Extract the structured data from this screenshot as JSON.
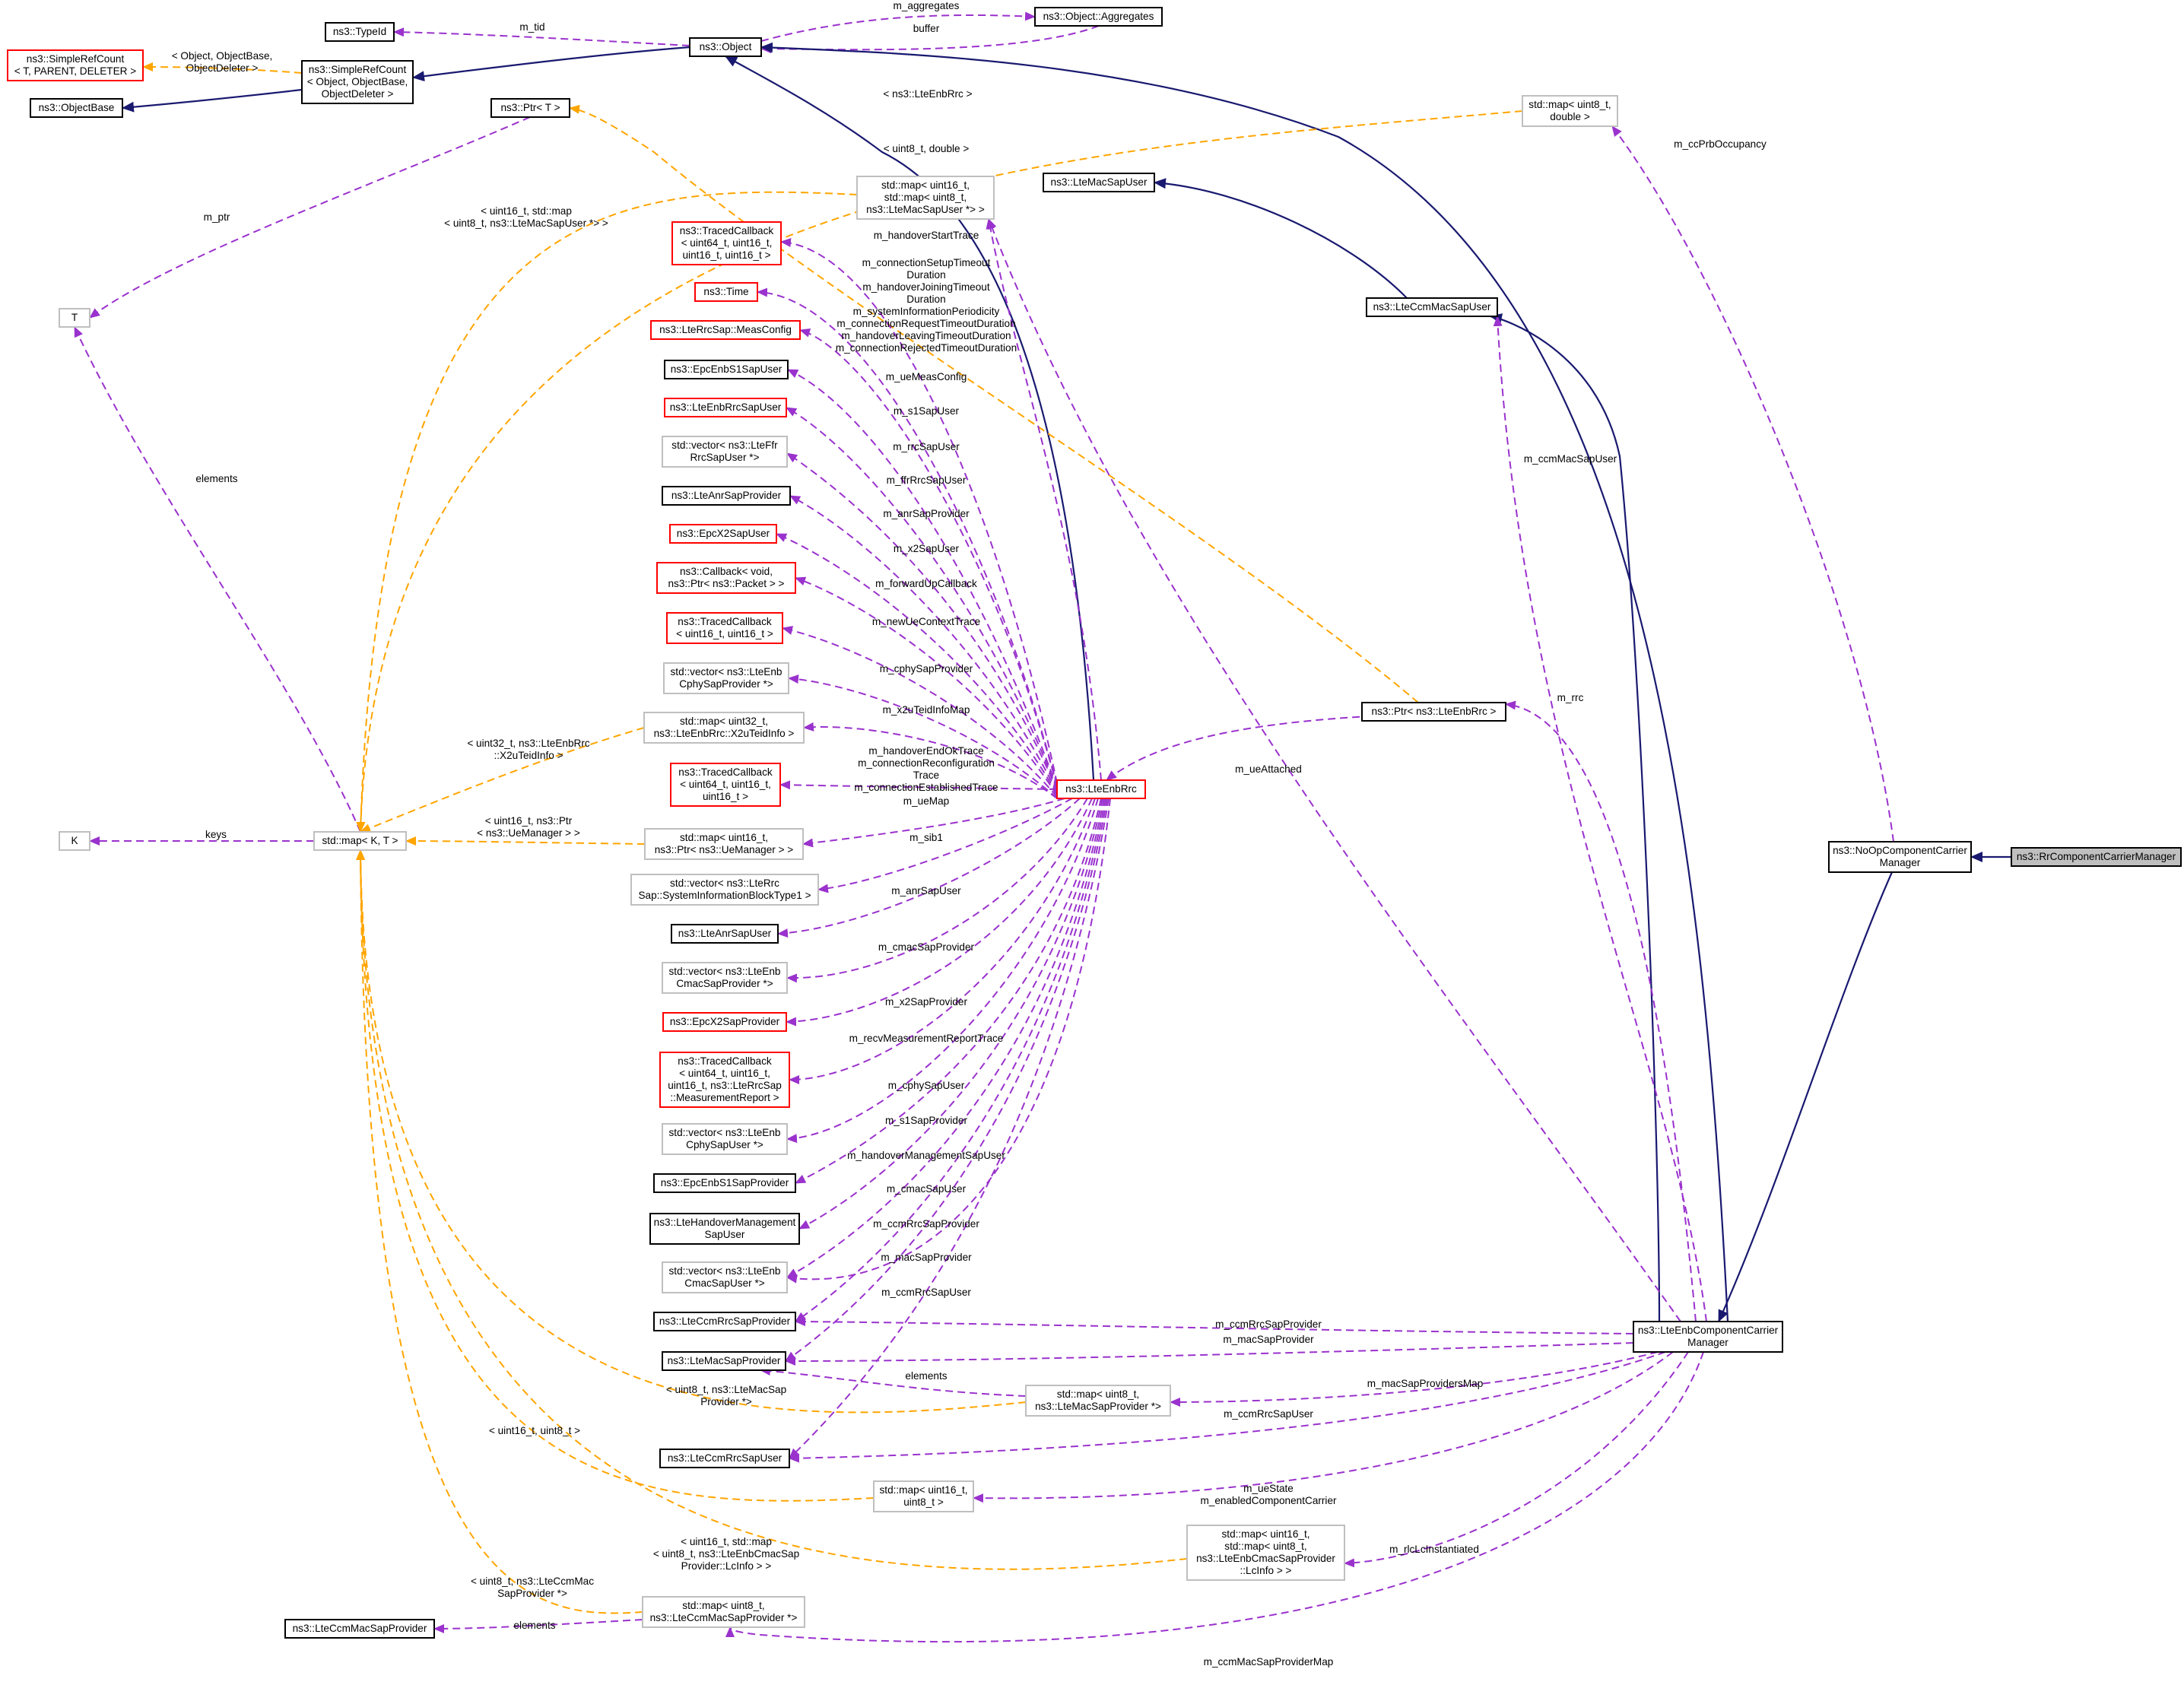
{
  "diagram": {
    "colors": {
      "pointer_edge": "#9a32cd",
      "template_edge": "#ffa500",
      "inheritance_edge": "#191970",
      "class_border": "#000000",
      "undocumented_border": "#ff0000",
      "external_border": "#bfbfbf",
      "focus_fill": "#bfbfbf"
    },
    "nodes": [
      {
        "id": "typeid",
        "kind": "black",
        "lines": [
          "ns3::TypeId"
        ]
      },
      {
        "id": "object",
        "kind": "black",
        "lines": [
          "ns3::Object"
        ]
      },
      {
        "id": "aggregates",
        "kind": "black",
        "lines": [
          "ns3::Object::Aggregates"
        ]
      },
      {
        "id": "simplerefcount_t",
        "kind": "red",
        "lines": [
          "ns3::SimpleRefCount",
          "< T, PARENT, DELETER >"
        ]
      },
      {
        "id": "simplerefcount_obj",
        "kind": "black",
        "lines": [
          "ns3::SimpleRefCount",
          "< Object, ObjectBase,",
          "ObjectDeleter >"
        ]
      },
      {
        "id": "objectbase",
        "kind": "black",
        "lines": [
          "ns3::ObjectBase"
        ]
      },
      {
        "id": "ptr_t",
        "kind": "black",
        "lines": [
          "ns3::Ptr< T >"
        ]
      },
      {
        "id": "map_ccprb",
        "kind": "grey",
        "lines": [
          "std::map< uint8_t,",
          "double >"
        ]
      },
      {
        "id": "map_macsapuser",
        "kind": "grey",
        "lines": [
          "std::map< uint16_t,",
          "std::map< uint8_t,",
          "ns3::LteMacSapUser *> >"
        ]
      },
      {
        "id": "ltemacsapuser",
        "kind": "black",
        "lines": [
          "ns3::LteMacSapUser"
        ]
      },
      {
        "id": "tcb_handoverstart",
        "kind": "red",
        "lines": [
          "ns3::TracedCallback",
          "< uint64_t, uint16_t,",
          "uint16_t, uint16_t >"
        ]
      },
      {
        "id": "time",
        "kind": "red",
        "lines": [
          "ns3::Time"
        ]
      },
      {
        "id": "measconfig",
        "kind": "red",
        "lines": [
          "ns3::LteRrcSap::MeasConfig"
        ]
      },
      {
        "id": "t",
        "kind": "grey",
        "lines": [
          "T"
        ]
      },
      {
        "id": "lteccmmacsapuser",
        "kind": "black",
        "lines": [
          "ns3::LteCcmMacSapUser"
        ]
      },
      {
        "id": "epcenbs1sapuser",
        "kind": "black",
        "lines": [
          "ns3::EpcEnbS1SapUser"
        ]
      },
      {
        "id": "lteenbrrcsapuser",
        "kind": "red",
        "lines": [
          "ns3::LteEnbRrcSapUser"
        ]
      },
      {
        "id": "vec_ffrrrc",
        "kind": "grey",
        "lines": [
          "std::vector< ns3::LteFfr",
          "RrcSapUser *>"
        ]
      },
      {
        "id": "lteanrsapprovider",
        "kind": "black",
        "lines": [
          "ns3::LteAnrSapProvider"
        ]
      },
      {
        "id": "epcx2sapuser",
        "kind": "red",
        "lines": [
          "ns3::EpcX2SapUser"
        ]
      },
      {
        "id": "callback_fwd",
        "kind": "red",
        "lines": [
          "ns3::Callback< void,",
          "ns3::Ptr< ns3::Packet > >"
        ]
      },
      {
        "id": "tcb_newue",
        "kind": "red",
        "lines": [
          "ns3::TracedCallback",
          "< uint16_t, uint16_t >"
        ]
      },
      {
        "id": "vec_cphyprov",
        "kind": "grey",
        "lines": [
          "std::vector< ns3::LteEnb",
          "CphySapProvider *>"
        ]
      },
      {
        "id": "map_x2u",
        "kind": "grey",
        "lines": [
          "std::map< uint32_t,",
          "ns3::LteEnbRrc::X2uTeidInfo >"
        ]
      },
      {
        "id": "ptr_lteenbrrc",
        "kind": "black",
        "lines": [
          "ns3::Ptr< ns3::LteEnbRrc >"
        ]
      },
      {
        "id": "lteenbrrc",
        "kind": "red",
        "lines": [
          "ns3::LteEnbRrc"
        ]
      },
      {
        "id": "tcb_handoverend",
        "kind": "red",
        "lines": [
          "ns3::TracedCallback",
          "< uint64_t, uint16_t,",
          "uint16_t >"
        ]
      },
      {
        "id": "k",
        "kind": "grey",
        "lines": [
          "K"
        ]
      },
      {
        "id": "stdmap_kt",
        "kind": "grey",
        "lines": [
          "std::map< K, T >"
        ]
      },
      {
        "id": "map_uemanager",
        "kind": "grey",
        "lines": [
          "std::map< uint16_t,",
          "ns3::Ptr< ns3::UeManager > >"
        ]
      },
      {
        "id": "noop_ccm",
        "kind": "black",
        "lines": [
          "ns3::NoOpComponentCarrier",
          "Manager"
        ]
      },
      {
        "id": "rr_ccm",
        "kind": "focus",
        "lines": [
          "ns3::RrComponentCarrierManager"
        ]
      },
      {
        "id": "vec_sib1",
        "kind": "grey",
        "lines": [
          "std::vector< ns3::LteRrc",
          "Sap::SystemInformationBlockType1 >"
        ]
      },
      {
        "id": "lteanrsapuser",
        "kind": "black",
        "lines": [
          "ns3::LteAnrSapUser"
        ]
      },
      {
        "id": "vec_cmacprov",
        "kind": "grey",
        "lines": [
          "std::vector< ns3::LteEnb",
          "CmacSapProvider *>"
        ]
      },
      {
        "id": "epcx2sapprovider",
        "kind": "red",
        "lines": [
          "ns3::EpcX2SapProvider"
        ]
      },
      {
        "id": "tcb_measreport",
        "kind": "red",
        "lines": [
          "ns3::TracedCallback",
          "< uint64_t, uint16_t,",
          "uint16_t, ns3::LteRrcSap",
          "::MeasurementReport >"
        ]
      },
      {
        "id": "vec_cphyuser",
        "kind": "grey",
        "lines": [
          "std::vector< ns3::LteEnb",
          "CphySapUser *>"
        ]
      },
      {
        "id": "epcenbs1sapprovider",
        "kind": "black",
        "lines": [
          "ns3::EpcEnbS1SapProvider"
        ]
      },
      {
        "id": "ltehandovermgmt",
        "kind": "black",
        "lines": [
          "ns3::LteHandoverManagement",
          "SapUser"
        ]
      },
      {
        "id": "vec_cmacuser",
        "kind": "grey",
        "lines": [
          "std::vector< ns3::LteEnb",
          "CmacSapUser *>"
        ]
      },
      {
        "id": "lteccmrrcsapprovider",
        "kind": "black",
        "lines": [
          "ns3::LteCcmRrcSapProvider"
        ]
      },
      {
        "id": "ltemacsapprovider",
        "kind": "black",
        "lines": [
          "ns3::LteMacSapProvider"
        ]
      },
      {
        "id": "lteenbccm",
        "kind": "black",
        "lines": [
          "ns3::LteEnbComponentCarrier",
          "Manager"
        ]
      },
      {
        "id": "map_macprov",
        "kind": "grey",
        "lines": [
          "std::map< uint8_t,",
          "ns3::LteMacSapProvider *>"
        ]
      },
      {
        "id": "lteccmrrcsapuser",
        "kind": "black",
        "lines": [
          "ns3::LteCcmRrcSapUser"
        ]
      },
      {
        "id": "map_uestate",
        "kind": "grey",
        "lines": [
          "std::map< uint16_t,",
          "uint8_t >"
        ]
      },
      {
        "id": "map_lcinfo",
        "kind": "grey",
        "lines": [
          "std::map< uint16_t,",
          "std::map< uint8_t,",
          "ns3::LteEnbCmacSapProvider",
          "::LcInfo > >"
        ]
      },
      {
        "id": "lteccmmacsapprovider",
        "kind": "black",
        "lines": [
          "ns3::LteCcmMacSapProvider"
        ]
      },
      {
        "id": "map_ccmmacprov",
        "kind": "grey",
        "lines": [
          "std::map< uint8_t,",
          "ns3::LteCcmMacSapProvider *>"
        ]
      }
    ],
    "edge_labels": [
      {
        "id": "l_tid",
        "lines": [
          "m_tid"
        ]
      },
      {
        "id": "l_aggregates",
        "lines": [
          "m_aggregates"
        ]
      },
      {
        "id": "l_buffer",
        "lines": [
          "buffer"
        ]
      },
      {
        "id": "l_src_obj",
        "lines": [
          "< Object, ObjectBase,",
          "ObjectDeleter >"
        ]
      },
      {
        "id": "l_ptr_enbrrc",
        "lines": [
          "< ns3::LteEnbRrc >"
        ]
      },
      {
        "id": "l_m_ptr",
        "lines": [
          "m_ptr"
        ]
      },
      {
        "id": "l_u8_double",
        "lines": [
          "< uint8_t, double >"
        ]
      },
      {
        "id": "l_u16_map_sapuser",
        "lines": [
          "< uint16_t, std::map",
          "< uint8_t, ns3::LteMacSapUser *> >"
        ]
      },
      {
        "id": "l_ccprb",
        "lines": [
          "m_ccPrbOccupancy"
        ]
      },
      {
        "id": "l_handoverstart",
        "lines": [
          "m_handoverStartTrace"
        ]
      },
      {
        "id": "l_durations",
        "lines": [
          "m_connectionSetupTimeout",
          "Duration",
          "m_handoverJoiningTimeout",
          "Duration",
          "m_systemInformationPeriodicity",
          "m_connectionRequestTimeoutDuration",
          "m_handoverLeavingTimeoutDuration",
          "m_connectionRejectedTimeoutDuration"
        ]
      },
      {
        "id": "l_uemeasconfig",
        "lines": [
          "m_ueMeasConfig"
        ]
      },
      {
        "id": "l_s1sapuser",
        "lines": [
          "m_s1SapUser"
        ]
      },
      {
        "id": "l_rrcsapuser",
        "lines": [
          "m_rrcSapUser"
        ]
      },
      {
        "id": "l_ffrrrc",
        "lines": [
          "m_ffrRrcSapUser"
        ]
      },
      {
        "id": "l_anrprov",
        "lines": [
          "m_anrSapProvider"
        ]
      },
      {
        "id": "l_x2sapuser",
        "lines": [
          "m_x2SapUser"
        ]
      },
      {
        "id": "l_fwdup",
        "lines": [
          "m_forwardUpCallback"
        ]
      },
      {
        "id": "l_newue",
        "lines": [
          "m_newUeContextTrace"
        ]
      },
      {
        "id": "l_cphyprov",
        "lines": [
          "m_cphySapProvider"
        ]
      },
      {
        "id": "l_x2uteid",
        "lines": [
          "m_x2uTeidInfoMap"
        ]
      },
      {
        "id": "l_handoverend",
        "lines": [
          "m_handoverEndOkTrace",
          "m_connectionReconfiguration",
          "Trace",
          "m_connectionEstablishedTrace"
        ]
      },
      {
        "id": "l_uemap",
        "lines": [
          "m_ueMap"
        ]
      },
      {
        "id": "l_sib1",
        "lines": [
          "m_sib1"
        ]
      },
      {
        "id": "l_anruser",
        "lines": [
          "m_anrSapUser"
        ]
      },
      {
        "id": "l_cmacprov",
        "lines": [
          "m_cmacSapProvider"
        ]
      },
      {
        "id": "l_x2prov",
        "lines": [
          "m_x2SapProvider"
        ]
      },
      {
        "id": "l_recvmeas",
        "lines": [
          "m_recvMeasurementReportTrace"
        ]
      },
      {
        "id": "l_cphyuser",
        "lines": [
          "m_cphySapUser"
        ]
      },
      {
        "id": "l_s1prov",
        "lines": [
          "m_s1SapProvider"
        ]
      },
      {
        "id": "l_hmuser",
        "lines": [
          "m_handoverManagementSapUser"
        ]
      },
      {
        "id": "l_cmacuser",
        "lines": [
          "m_cmacSapUser"
        ]
      },
      {
        "id": "l_ccmrrcprov",
        "lines": [
          "m_ccmRrcSapProvider"
        ]
      },
      {
        "id": "l_macprov",
        "lines": [
          "m_macSapProvider"
        ]
      },
      {
        "id": "l_ccmrrcuser",
        "lines": [
          "m_ccmRrcSapUser"
        ]
      },
      {
        "id": "l_elements_t",
        "lines": [
          "elements"
        ]
      },
      {
        "id": "l_keys",
        "lines": [
          "keys"
        ]
      },
      {
        "id": "l_x2u_tpl",
        "lines": [
          "< uint32_t, ns3::LteEnbRrc",
          "::X2uTeidInfo >"
        ]
      },
      {
        "id": "l_uemgr_tpl",
        "lines": [
          "< uint16_t, ns3::Ptr",
          "< ns3::UeManager > >"
        ]
      },
      {
        "id": "l_ccmmacuser",
        "lines": [
          "m_ccmMacSapUser"
        ]
      },
      {
        "id": "l_rrc",
        "lines": [
          "m_rrc"
        ]
      },
      {
        "id": "l_ueattached",
        "lines": [
          "m_ueAttached"
        ]
      },
      {
        "id": "l_ccmrrcprov2",
        "lines": [
          "m_ccmRrcSapProvider"
        ]
      },
      {
        "id": "l_macprov2",
        "lines": [
          "m_macSapProvider"
        ]
      },
      {
        "id": "l_elements_mp",
        "lines": [
          "elements"
        ]
      },
      {
        "id": "l_macprovmap",
        "lines": [
          "m_macSapProvidersMap"
        ]
      },
      {
        "id": "l_ccmrrcuser2",
        "lines": [
          "m_ccmRrcSapUser"
        ]
      },
      {
        "id": "l_u8_macprov_tpl",
        "lines": [
          "< uint8_t, ns3::LteMacSap",
          "Provider *>"
        ]
      },
      {
        "id": "l_u16_u8_tpl",
        "lines": [
          "< uint16_t, uint8_t >"
        ]
      },
      {
        "id": "l_uestate",
        "lines": [
          "m_ueState",
          "m_enabledComponentCarrier"
        ]
      },
      {
        "id": "l_lcinfo_tpl",
        "lines": [
          "< uint16_t, std::map",
          "< uint8_t, ns3::LteEnbCmacSap",
          "Provider::LcInfo > >"
        ]
      },
      {
        "id": "l_rlclc",
        "lines": [
          "m_rlcLcInstantiated"
        ]
      },
      {
        "id": "l_ccmmacprov_tpl",
        "lines": [
          "< uint8_t, ns3::LteCcmMac",
          "SapProvider *>"
        ]
      },
      {
        "id": "l_elements_ccm",
        "lines": [
          "elements"
        ]
      },
      {
        "id": "l_ccmmacprovmap",
        "lines": [
          "m_ccmMacSapProviderMap"
        ]
      }
    ]
  }
}
